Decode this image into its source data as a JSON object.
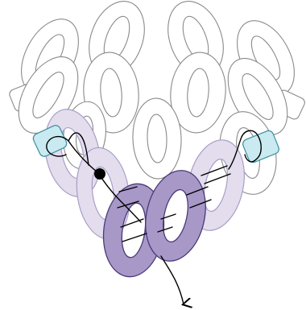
{
  "diagram": {
    "kind": "beading-pattern",
    "colors": {
      "background": "#ffffff",
      "ring_outline": "#8a8a8a",
      "ring_fill_white": "#ffffff",
      "ring_light_purple": "#e3ddee",
      "ring_light_purple_stroke": "#a99ec6",
      "ring_dark_purple": "#a898c8",
      "ring_dark_purple_stroke": "#4a3a78",
      "connector_white": "#ffffff",
      "connector_teal": "#c9eaf0",
      "connector_teal_stroke": "#3c8fa0",
      "thread": "#000000",
      "thread_start_dot": "#000000"
    },
    "elements": {
      "white_rings": "background-oval-rings",
      "light_purple_rings": "highlighted-rings-step-1",
      "dark_purple_rings": "highlighted-rings-step-2",
      "white_connectors": "bar-beads",
      "teal_connectors": "highlighted-bar-beads",
      "thread_path": "thread-path",
      "start_dot": "thread-start-point",
      "exit_arrow": "thread-exit-arrow-icon"
    }
  }
}
